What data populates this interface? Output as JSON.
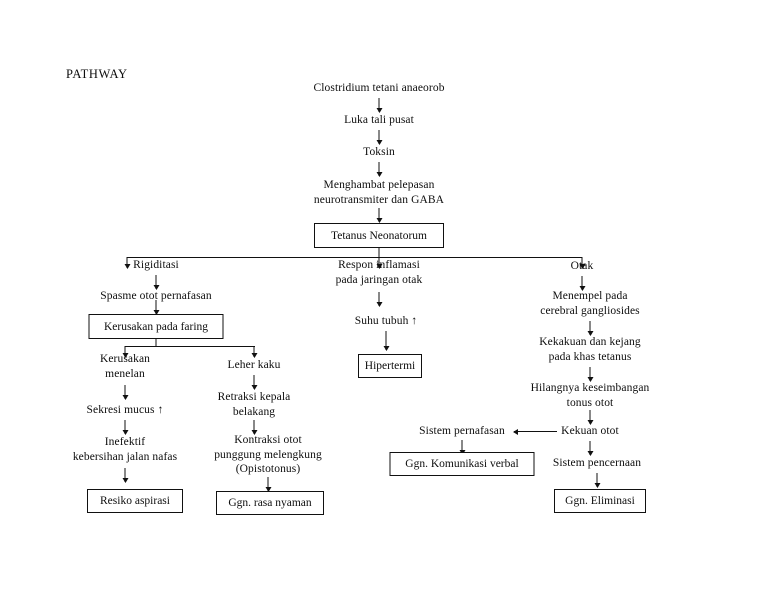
{
  "page": {
    "title": "PATHWAY",
    "background_color": "#ffffff",
    "ink_color": "#111111"
  },
  "diagram": {
    "type": "flowchart",
    "subject": "Tetanus Neonatorum",
    "nodes": {
      "clostridium": "Clostridium tetani anaeorob",
      "luka": "Luka tali pusat",
      "toksin": "Toksin",
      "menghambat": "Menghambat pelepasan\nneurotransmiter dan GABA",
      "tetanus": "Tetanus Neonatorum",
      "rigiditasi": "Rigiditasi",
      "spasme": "Spasme otot pernafasan",
      "kerusakan_faring": "Kerusakan pada faring",
      "kerusakan_menelan": "Kerusakan\nmenelan",
      "sekresi": "Sekresi mucus ↑",
      "inefektif": "Inefektif\nkebersihan jalan nafas",
      "resiko_aspirasi": "Resiko aspirasi",
      "leher_kaku": "Leher kaku",
      "retraksi": "Retraksi kepala\nbelakang",
      "kontraksi": "Kontraksi otot\npunggung melengkung\n(Opistotonus)",
      "ggn_nyaman": "Ggn. rasa nyaman",
      "respon_inflamasi": "Respon inflamasi\npada jaringan otak",
      "suhu": "Suhu tubuh ↑",
      "hipertermi": "Hipertermi",
      "otak": "Otak",
      "menempel": "Menempel pada\ncerebral gangliosides",
      "kekakuan": "Kekakuan dan kejang\npada khas tetanus",
      "hilangnya": "Hilangnya keseimbangan\ntonus otot",
      "kekuan_otot": "Kekuan otot",
      "sistem_pernafasan": "Sistem pernafasan",
      "ggn_komunikasi": "Ggn. Komunikasi verbal",
      "sistem_pencernaan": "Sistem pencernaan",
      "ggn_eliminasi": "Ggn. Eliminasi"
    }
  }
}
